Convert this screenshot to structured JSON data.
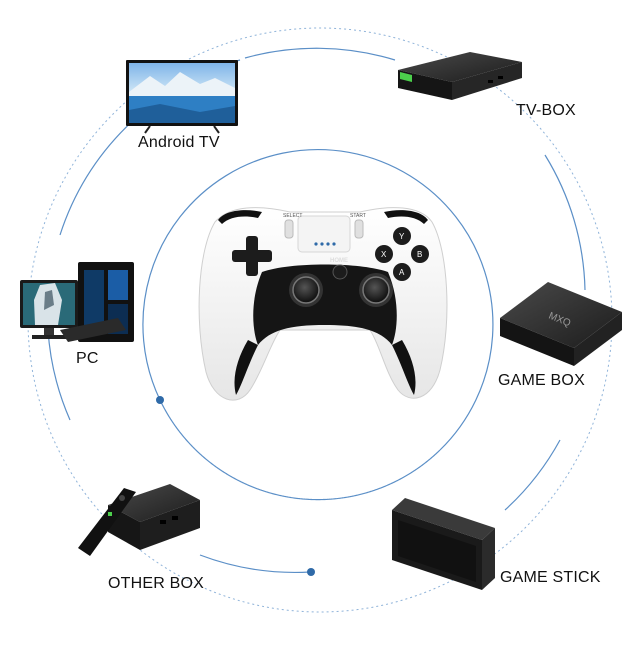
{
  "labels": {
    "android_tv": "Android TV",
    "tv_box": "TV-BOX",
    "pc": "PC",
    "game_box": "GAME BOX",
    "other_box": "OTHER BOX",
    "game_stick": "GAME STICK"
  },
  "controller_text": {
    "select": "SELECT",
    "start": "START",
    "home": "HOME",
    "y": "Y",
    "x": "X",
    "b": "B",
    "a": "A"
  },
  "device_text": {
    "game_box_logo": "MXQ"
  },
  "colors": {
    "ring": "#5b8fc7",
    "dot": "#2f6aa8",
    "accent_green": "#4cd04c"
  }
}
